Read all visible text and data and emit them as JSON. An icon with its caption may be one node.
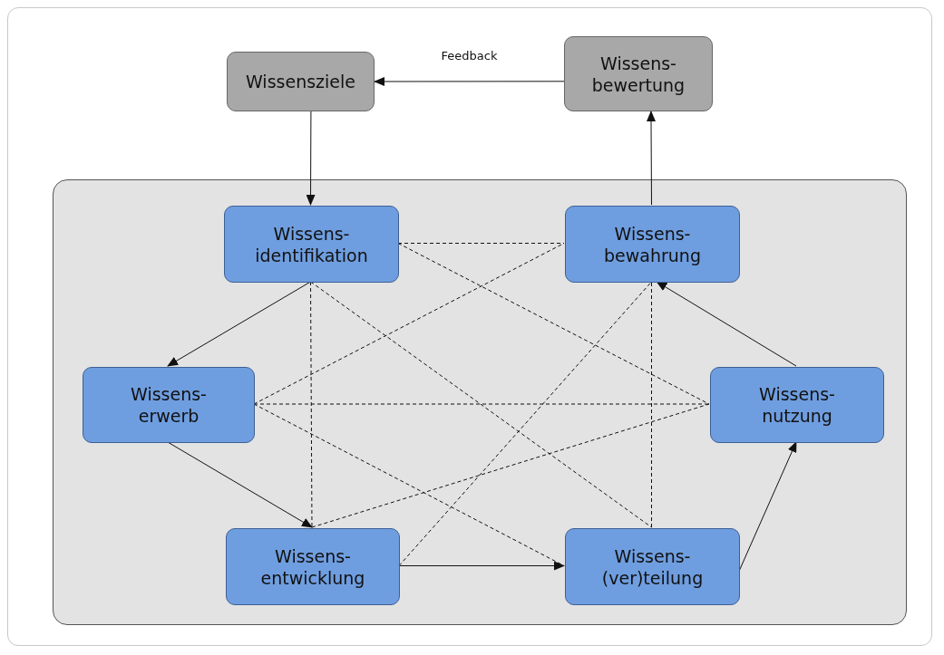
{
  "diagram": {
    "nodes": [
      {
        "text": [
          "Wissensziele"
        ]
      },
      {
        "text": [
          "Wissens- bewertung"
        ]
      },
      {
        "text": [],
        "shape": "box"
      },
      {
        "text": [
          "Wissens- identifikation"
        ],
        "in": 2
      },
      {
        "text": [
          "Wissens- bewahrung"
        ],
        "in": 2
      },
      {
        "text": [
          "Wissens- erwerb"
        ],
        "in": 2
      },
      {
        "text": [
          "Wissens- nutzung"
        ],
        "in": 2
      },
      {
        "text": [
          "Wissens- entwicklung"
        ],
        "in": 2
      },
      {
        "text": [
          "Wissens- (ver)teilung"
        ],
        "in": 2
      }
    ],
    "edges": [
      {
        "from": 1,
        "to": 0,
        "arrow": "to",
        "label": "Feedback"
      },
      {
        "from": 0,
        "to": 3,
        "arrow": "to"
      },
      {
        "from": 4,
        "to": 1,
        "arrow": "to"
      },
      {
        "from": 3,
        "to": 5,
        "arrow": "to"
      },
      {
        "from": 5,
        "to": 7,
        "arrow": "to"
      },
      {
        "from": 7,
        "to": 8,
        "arrow": "to"
      },
      {
        "from": 8,
        "to": 6,
        "arrow": "to"
      },
      {
        "from": 6,
        "to": 4,
        "arrow": "to"
      },
      {
        "from": 3,
        "to": 4,
        "arrow": "none",
        "style": "dashed"
      },
      {
        "from": 3,
        "to": 6,
        "arrow": "none",
        "style": "dashed"
      },
      {
        "from": 3,
        "to": 7,
        "arrow": "none",
        "style": "dashed"
      },
      {
        "from": 3,
        "to": 8,
        "arrow": "none",
        "style": "dashed"
      },
      {
        "from": 5,
        "to": 4,
        "arrow": "none",
        "style": "dashed"
      },
      {
        "from": 5,
        "to": 6,
        "arrow": "none",
        "style": "dashed"
      },
      {
        "from": 5,
        "to": 8,
        "arrow": "none",
        "style": "dashed"
      },
      {
        "from": 7,
        "to": 4,
        "arrow": "none",
        "style": "dashed"
      },
      {
        "from": 7,
        "to": 6,
        "arrow": "none",
        "style": "dashed"
      },
      {
        "from": 8,
        "to": 4,
        "arrow": "none",
        "style": "dashed"
      }
    ]
  }
}
